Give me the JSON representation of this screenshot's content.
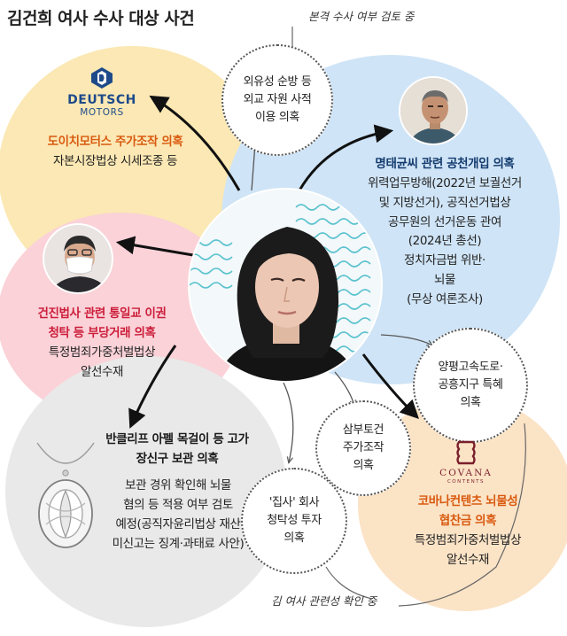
{
  "title": "김건희 여사 수사 대상 사건",
  "notes": {
    "top": "본격 수사 여부 검토 중",
    "bottom": "김 여사 관련성 확인 중"
  },
  "logos": {
    "deutsch_line1": "DEUTSCH",
    "deutsch_line2": "MOTORS",
    "covana_line1": "COVANA",
    "covana_line2": "CONTENTS"
  },
  "cases": {
    "deutsch": {
      "heading": "도이치모터스 주가조작 의혹",
      "lines": [
        "자본시장법상 시세조종 등"
      ]
    },
    "myung": {
      "heading": "명태균씨 관련 공천개입 의혹",
      "lines": [
        "위력업무방해(2022년 보궐선거",
        "및 지방선거), 공직선거법상",
        "공무원의 선거운동 관여",
        "(2024년 총선)",
        "정치자금법 위반·",
        "뇌물",
        "(무상 여론조사)"
      ]
    },
    "unification": {
      "heading_lines": [
        "건진법사 관련 통일교 이권",
        "청탁 등 부당거래 의혹"
      ],
      "lines": [
        "특정범죄가중처벌법상",
        "알선수재"
      ]
    },
    "necklace": {
      "heading_lines": [
        "반클리프 아펠 목걸이 등 고가",
        "장신구 보관 의혹"
      ],
      "lines": [
        "보관 경위 확인해 뇌물",
        "혐의 등 적용 여부 검토",
        "예정(공직자윤리법상 재산",
        "미신고는 징계·과태료 사안)"
      ]
    },
    "covana": {
      "heading_lines": [
        "코바나컨텐츠 뇌물성",
        "협찬금 의혹"
      ],
      "lines": [
        "특정범죄가중처벌법상",
        "알선수재"
      ]
    }
  },
  "bubbles": {
    "diplomacy": [
      "외유성 순방 등",
      "외교 자원 사적",
      "이용 의혹"
    ],
    "highway": [
      "양평고속도로·",
      "공흥지구 특혜",
      "의혹"
    ],
    "sambu": [
      "삼부토건",
      "주가조작",
      "의혹"
    ],
    "butler": [
      "'집사' 회사",
      "청탁성 투자",
      "의혹"
    ]
  },
  "colors": {
    "yellow_bg": "#fbe8b4",
    "pink_bg": "#fad2d8",
    "blue_bg": "#cfe4f6",
    "gray_bg": "#e9e9e9",
    "peach_bg": "#fbe3c6",
    "heading_orange": "#d95a10",
    "heading_blue": "#143b6e",
    "heading_red": "#cc1d3a",
    "deutsch_blue": "#1e4a8a",
    "covana_maroon": "#7a1f2b"
  },
  "icons": [
    "deutsch-motors-logo",
    "covana-logo",
    "man-photo-icon",
    "masked-man-photo-icon",
    "necklace-icon",
    "center-portrait-icon"
  ]
}
